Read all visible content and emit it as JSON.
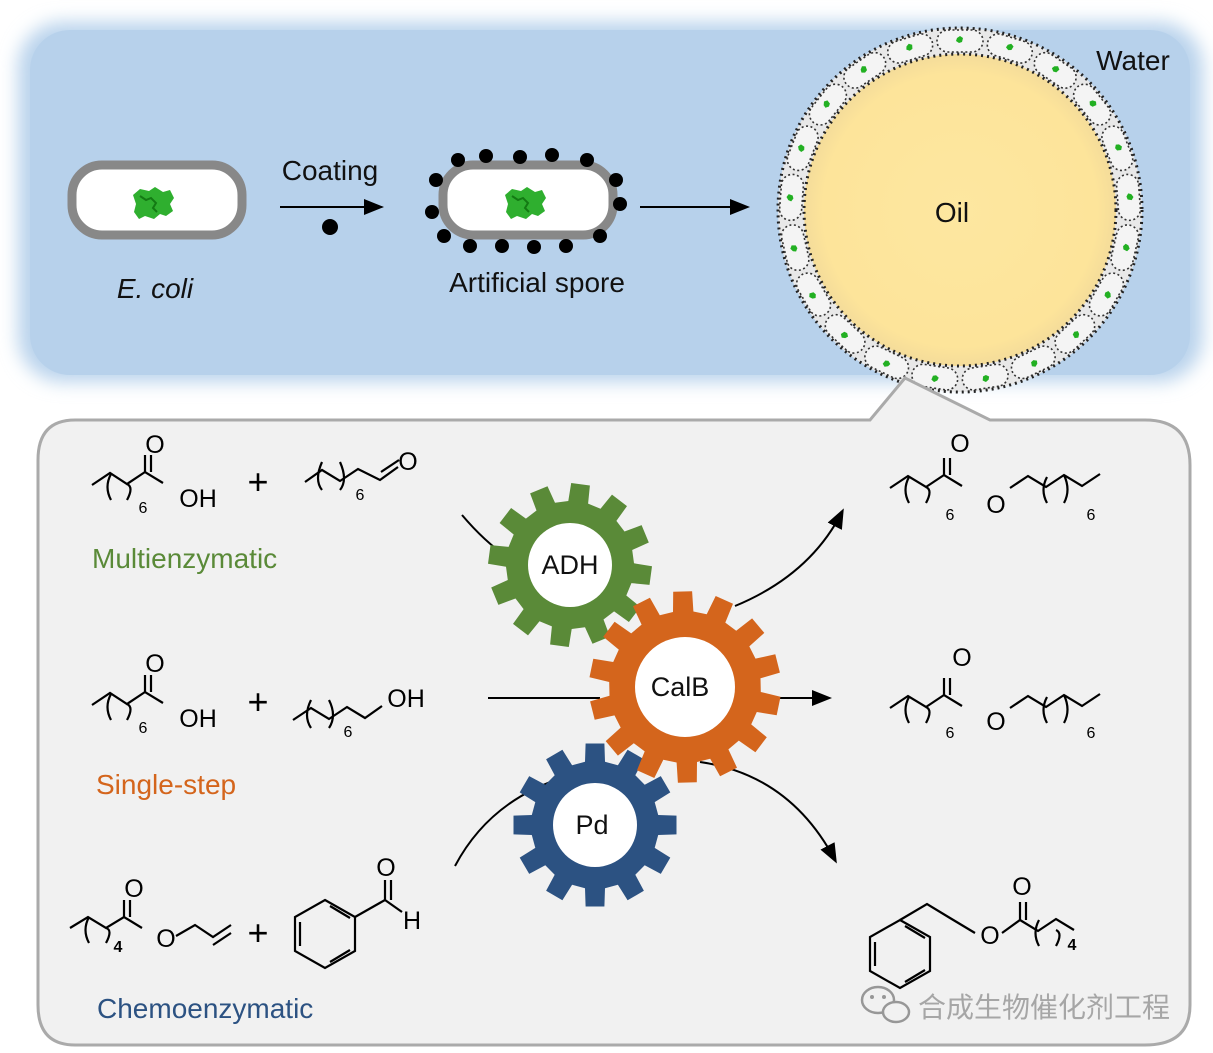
{
  "top_panel": {
    "ecoli_label": "E. coli",
    "coating_label": "Coating",
    "spore_label": "Artificial spore",
    "water_label": "Water",
    "oil_label": "Oil"
  },
  "reactions": {
    "multienzymatic": "Multienzymatic",
    "single_step": "Single-step",
    "chemoenzymatic": "Chemoenzymatic"
  },
  "gears": {
    "adh": "ADH",
    "calb": "CalB",
    "pd": "Pd"
  },
  "chem": {
    "o": "O",
    "oh": "OH",
    "h": "H",
    "plus": "+",
    "six": "6",
    "four": "4"
  },
  "watermark": "合成生物催化剂工程",
  "colors": {
    "panel_blue": "#b9d3ec",
    "oil_yellow": "#fde7a0",
    "green": "#5a8a38",
    "orange": "#d4651c",
    "navy": "#2c5282"
  }
}
